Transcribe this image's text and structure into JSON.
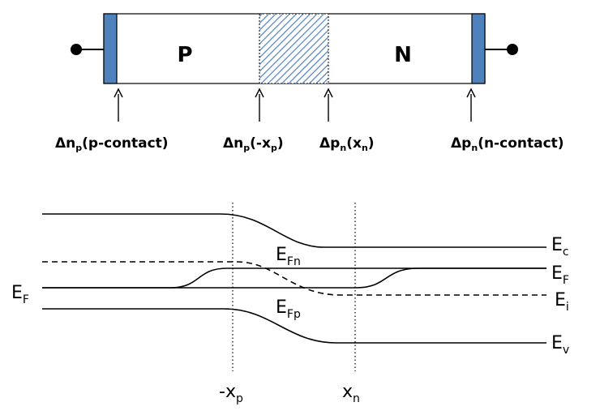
{
  "device": {
    "p_region_label": "P",
    "n_region_label": "N",
    "colors": {
      "contact": "#4f81bd",
      "depletion_hatch": "#4f81bd",
      "outline": "#000000"
    }
  },
  "probe_labels": [
    {
      "delta": "Δ",
      "carrier": "n",
      "sub": "p",
      "rest": "(p-contact)",
      "rest_sub": "",
      "tail": ""
    },
    {
      "delta": "Δ",
      "carrier": "n",
      "sub": "p",
      "rest": "(-x",
      "rest_sub": "p",
      "tail": ")"
    },
    {
      "delta": "Δ",
      "carrier": "p",
      "sub": "n",
      "rest": "(x",
      "rest_sub": "n",
      "tail": ")"
    },
    {
      "delta": "Δ",
      "carrier": "p",
      "sub": "n",
      "rest": "(n-contact)",
      "rest_sub": "",
      "tail": ""
    }
  ],
  "band_diagram": {
    "left_label": {
      "main": "E",
      "sub": "F"
    },
    "right_labels": [
      {
        "main": "E",
        "sub": "c"
      },
      {
        "main": "E",
        "sub": "F"
      },
      {
        "main": "E",
        "sub": "i"
      },
      {
        "main": "E",
        "sub": "v"
      }
    ],
    "quasi_fermi_labels": [
      {
        "main": "E",
        "sub": "Fn"
      },
      {
        "main": "E",
        "sub": "Fp"
      }
    ],
    "x_labels": [
      {
        "main": "-x",
        "sub": "p"
      },
      {
        "main": "x",
        "sub": "n"
      }
    ]
  }
}
